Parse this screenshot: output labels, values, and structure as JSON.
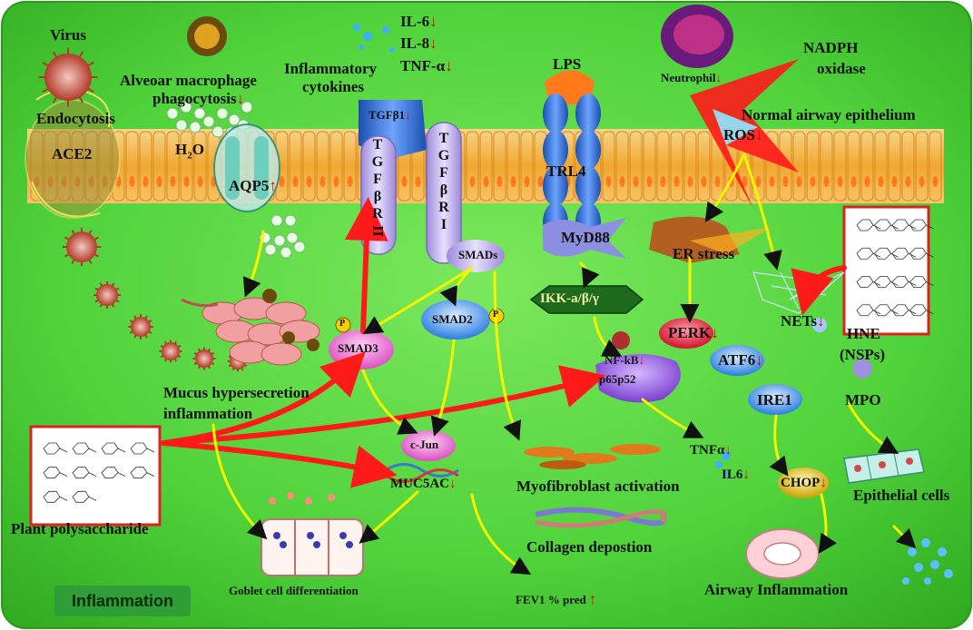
{
  "labels": {
    "virus": "Virus",
    "alveolar": "Alveoar macrophage",
    "phagocytosis": "phagocytosis",
    "endocytosis": "Endocytosis",
    "ace2": "ACE2",
    "h2o": "H",
    "h2o_sub": "2",
    "h2o_o": "O",
    "aqp5": "AQP5",
    "il6": "IL-6",
    "il8": "IL-8",
    "tnfa_top": "TNF-α",
    "inflammatory": "Inflammatory",
    "cytokines": "cytokines",
    "tgfb1": "TGFβ1",
    "tgfbr2_letters": [
      "T",
      "G",
      "F",
      "β",
      "R",
      "II"
    ],
    "tgfbr1_letters": [
      "T",
      "G",
      "F",
      "β",
      "R",
      "I"
    ],
    "lps": "LPS",
    "trl4": "TRL4",
    "myd88": "MyD88",
    "neutrophil": "Neutrophil",
    "nadph": "NADPH",
    "oxidase": "oxidase",
    "normal_airway": "Normal airway epithelium",
    "ros": "ROS",
    "er_stress": "ER stress",
    "smads": "SMADs",
    "smad2": "SMAD2",
    "smad3": "SMAD3",
    "p": "P",
    "ikk": "IKK-a/β/γ",
    "perk": "PERK",
    "atf6": "ATF6",
    "nets": "NETs",
    "hne": "HNE",
    "nsps": "(NSPs)",
    "mpo": "MPO",
    "ire1": "IRE1",
    "nfkb": "NF-kB",
    "p65p52": "p65p52",
    "mucus1": "Mucus hypersecretion",
    "mucus2": "inflammation",
    "cjun": "c-Jun",
    "muc5ac": "MUC5AC",
    "tnfa_mid": "TNFα",
    "il6_mid": "IL6",
    "chop": "CHOP",
    "epithelial": "Epithelial cells",
    "myofibroblast": "Myofibroblast activation",
    "collagen": "Collagen depostion",
    "plant": "Plant polysaccharide",
    "goblet": "Goblet cell differentiation",
    "fev1": "FEV1 % pred",
    "airway": "Airway Inflammation",
    "inflammation_box": "Inflammation",
    "down": "↓",
    "up": "↑"
  },
  "colors": {
    "background": "#4fd23a",
    "membrane": "#f2b13a",
    "red_arrow": "#ff1a1a",
    "yellow_arrow": "#f5f500"
  }
}
